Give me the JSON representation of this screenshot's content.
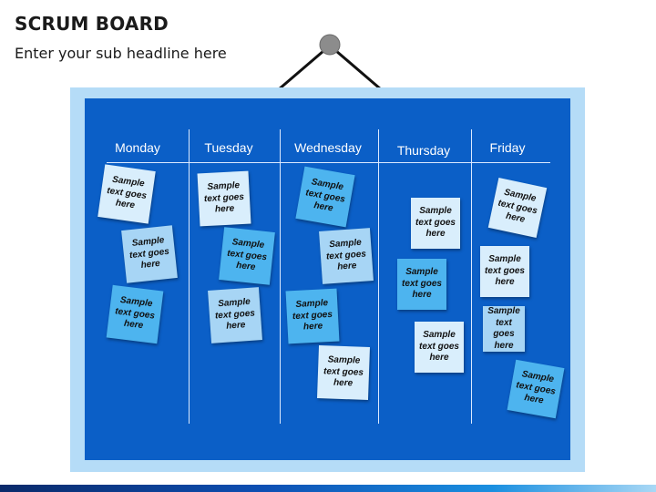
{
  "header": {
    "title": "SCRUM BOARD",
    "subtitle": "Enter your sub headline here"
  },
  "colors": {
    "frame": "#b5dcf7",
    "board": "#0b5fc7",
    "note_light": "#d9eefc",
    "note_mid": "#a7d5f5",
    "note_cyan": "#4db4ef"
  },
  "columns": [
    {
      "label": "Monday"
    },
    {
      "label": "Tuesday"
    },
    {
      "label": "Wednesday"
    },
    {
      "label": "Thursday"
    },
    {
      "label": "Friday"
    }
  ],
  "notes": {
    "text": "Sample\ntext goes\nhere"
  }
}
